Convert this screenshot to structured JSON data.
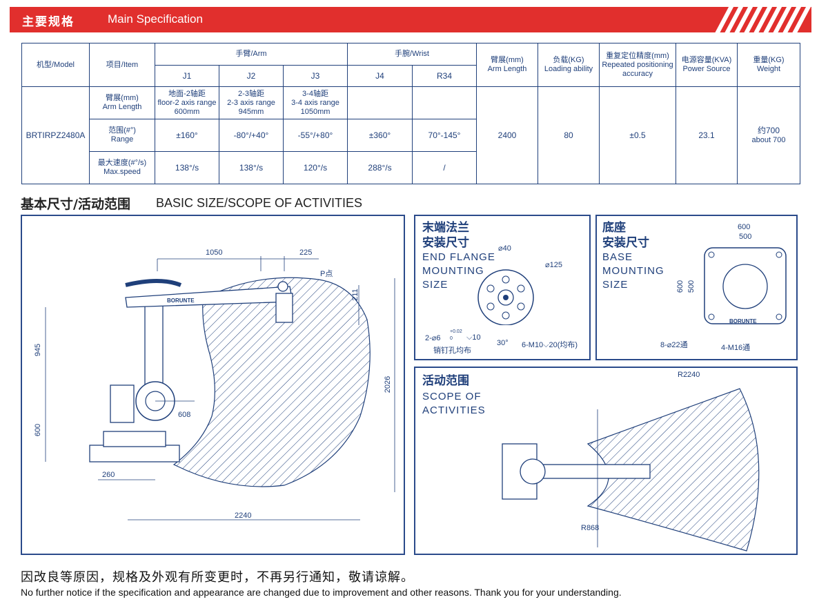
{
  "header": {
    "title_cn": "主要规格",
    "title_en": "Main Specification"
  },
  "spec_table": {
    "model_header": "机型/Model",
    "item_header": "项目/Item",
    "arm_header": "手臂/Arm",
    "wrist_header": "手腕/Wrist",
    "joints": [
      "J1",
      "J2",
      "J3",
      "J4",
      "R34"
    ],
    "arm_length_header_cn": "臂展(mm)",
    "arm_length_header_en": "Arm Length",
    "load_header_cn": "负载(KG)",
    "load_header_en": "Loading ability",
    "repeat_header_cn": "重复定位精度(mm)",
    "repeat_header_en_1": "Repeated positioning",
    "repeat_header_en_2": "accuracy",
    "power_header_cn": "电源容量(KVA)",
    "power_header_en": "Power Source",
    "weight_header_cn": "重量(KG)",
    "weight_header_en": "Weight",
    "model": "BRTIRPZ2480A",
    "row1_cn": "臂展(mm)",
    "row1_en": "Arm Length",
    "row2_cn": "范围(#°)",
    "row2_en": "Range",
    "row3_cn": "最大速度(#°/s)",
    "row3_en": "Max.speed",
    "armlen": [
      {
        "cn": "地面-2轴距",
        "en": "floor-2 axis range",
        "v": "600mm"
      },
      {
        "cn": "2-3轴距",
        "en": "2-3 axis range",
        "v": "945mm"
      },
      {
        "cn": "3-4轴距",
        "en": "3-4 axis range",
        "v": "1050mm"
      }
    ],
    "range": [
      "±160°",
      "-80°/+40°",
      "-55°/+80°",
      "±360°",
      "70°-145°"
    ],
    "speed": [
      "138°/s",
      "138°/s",
      "120°/s",
      "288°/s",
      "/"
    ],
    "arm_length": "2400",
    "load": "80",
    "repeat": "±0.5",
    "power": "23.1",
    "weight_cn": "约700",
    "weight_en": "about 700"
  },
  "section": {
    "title_cn": "基本尺寸/活动范围",
    "title_en": "BASIC SIZE/SCOPE OF ACTIVITIES"
  },
  "dims_main": {
    "d1050": "1050",
    "d225": "225",
    "p_point": "P点",
    "d211": "211",
    "d945": "945",
    "d2026": "2026",
    "d608": "608",
    "d600": "600",
    "d260": "260",
    "d2240": "2240",
    "brand": "BORUNTE"
  },
  "flange": {
    "title_cn_1": "末端法兰",
    "title_cn_2": "安装尺寸",
    "title_en_1": "END FLANGE",
    "title_en_2": "MOUNTING",
    "title_en_3": "SIZE",
    "d40": "⌀40",
    "d125": "⌀125",
    "hole_a": "2-⌀6",
    "tol_up": "+0.02",
    "tol_dn": "0",
    "hole_b": "⌵10",
    "hole_cn": "销钉孔均布",
    "angle": "30°",
    "thread": "6-M10⌵20(均布)"
  },
  "base": {
    "title_cn_1": "底座",
    "title_cn_2": "安装尺寸",
    "title_en_1": "BASE",
    "title_en_2": "MOUNTING",
    "title_en_3": "SIZE",
    "w600": "600",
    "w500": "500",
    "h600": "600",
    "h500": "500",
    "holes": "8-⌀22通",
    "threads": "4-M16通",
    "brand": "BORUNTE"
  },
  "scope": {
    "title_cn": "活动范围",
    "title_en_1": "SCOPE OF",
    "title_en_2": "ACTIVITIES",
    "r2240": "R2240",
    "r868": "R868"
  },
  "footer": {
    "cn": "因改良等原因，规格及外观有所变更时，不再另行通知，敬请谅解。",
    "en": "No further notice if the specification and appearance are changed due to improvement and other reasons. Thank you for your understanding."
  }
}
